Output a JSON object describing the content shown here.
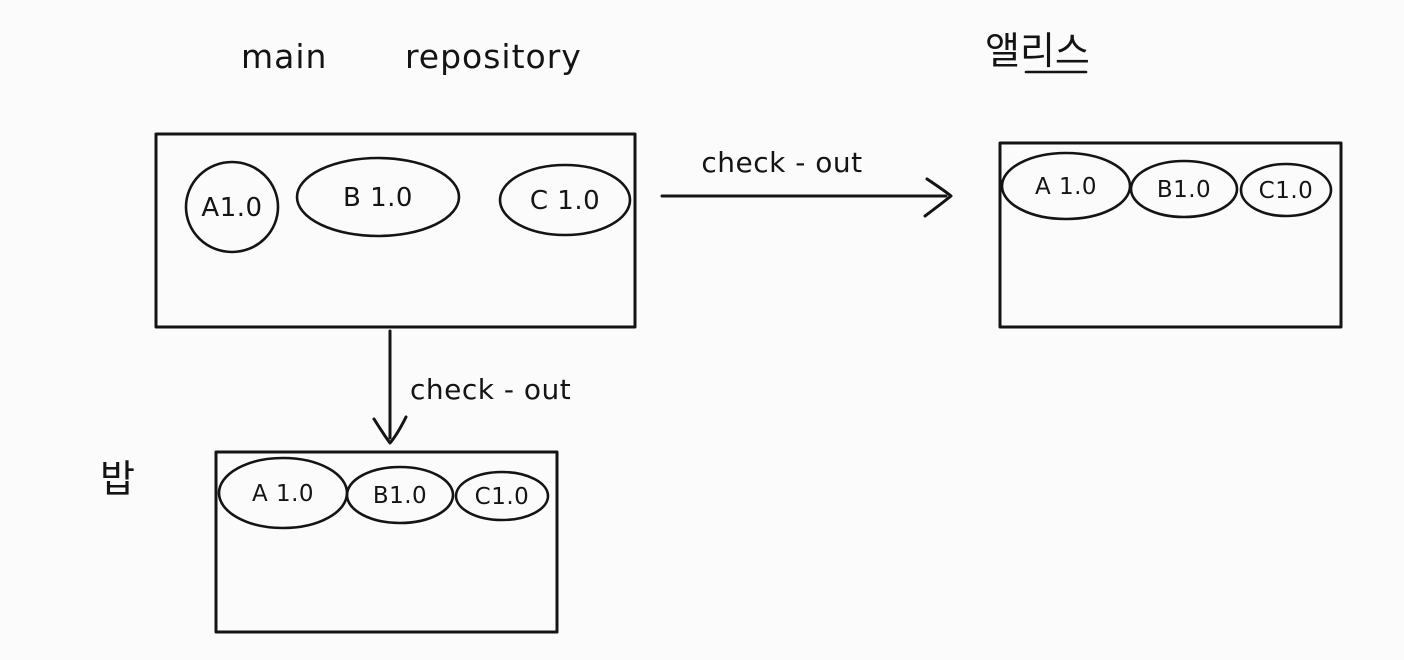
{
  "colors": {
    "ink": "#141414",
    "background": "#fbfbfb"
  },
  "title": {
    "text": "main repository"
  },
  "main_repo": {
    "packages": [
      {
        "label": "A1.0"
      },
      {
        "label": "B 1.0"
      },
      {
        "label": "C 1.0"
      }
    ]
  },
  "arrows": {
    "to_alice": {
      "label": "check - out"
    },
    "to_bob": {
      "label": "check - out"
    }
  },
  "alice": {
    "name": "앨리스",
    "packages": [
      {
        "label": "A 1.0"
      },
      {
        "label": "B1.0"
      },
      {
        "label": "C1.0"
      }
    ]
  },
  "bob": {
    "name": "밥",
    "packages": [
      {
        "label": "A 1.0"
      },
      {
        "label": "B1.0"
      },
      {
        "label": "C1.0"
      }
    ]
  }
}
